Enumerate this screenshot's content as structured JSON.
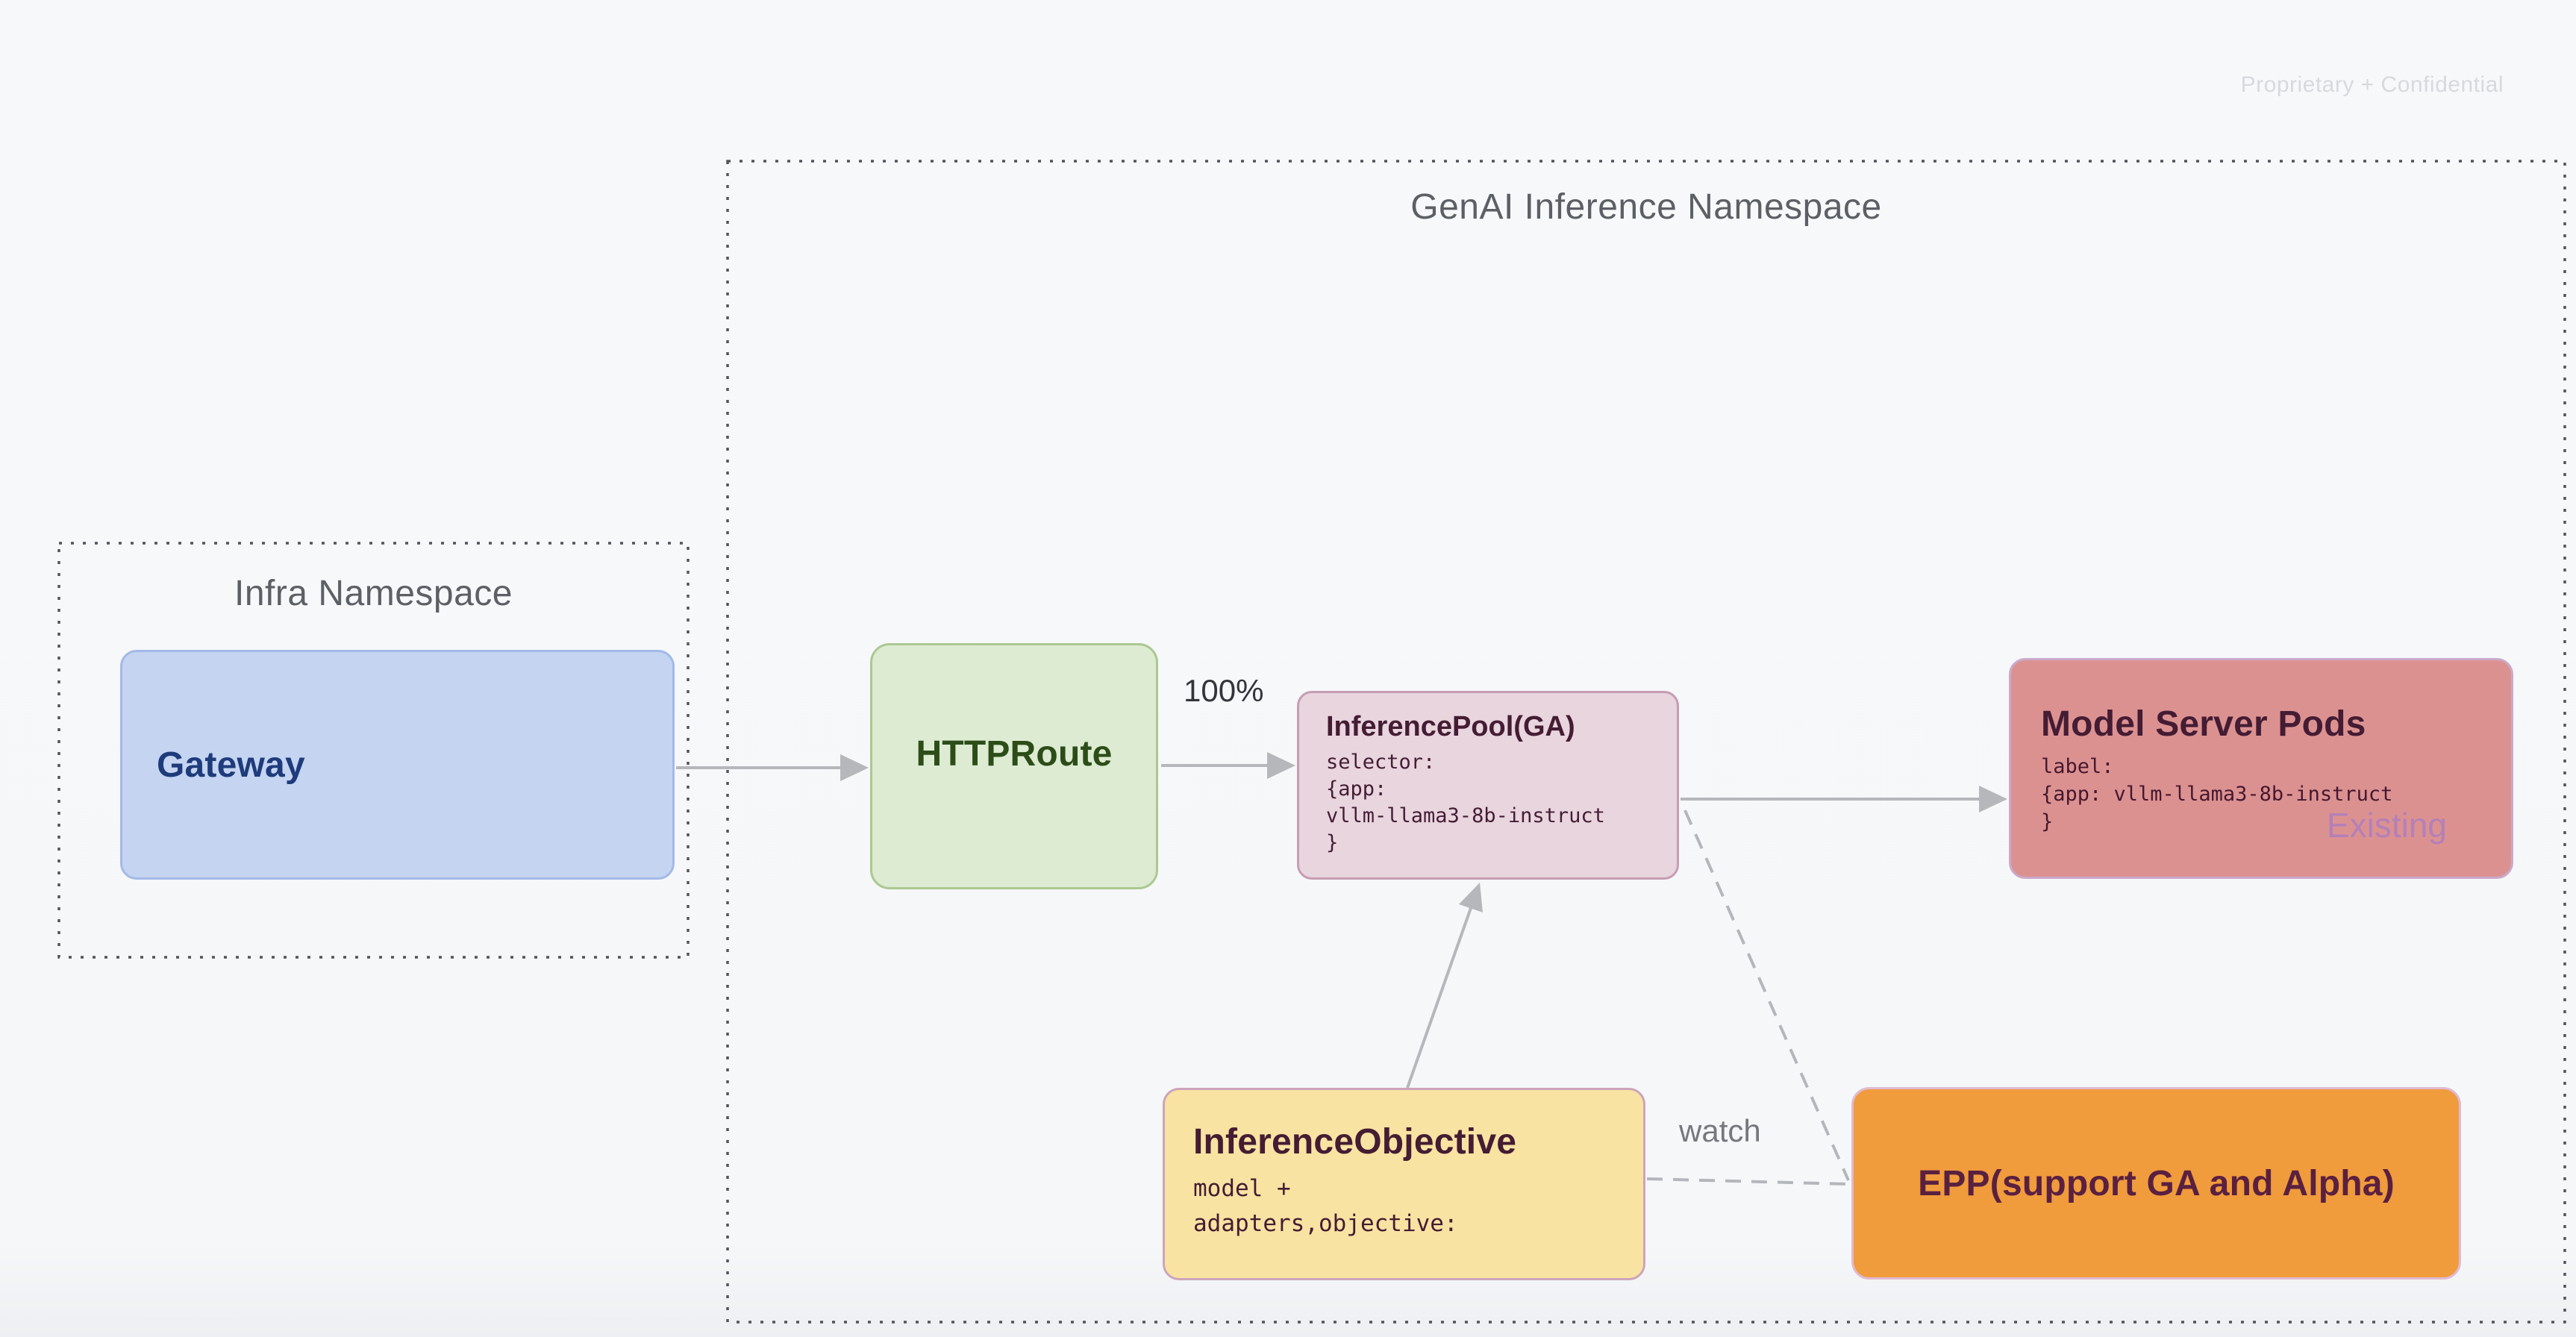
{
  "watermark": "Proprietary + Confidential",
  "namespaces": {
    "genai": {
      "title": "GenAI Inference Namespace"
    },
    "infra": {
      "title": "Infra Namespace"
    }
  },
  "nodes": {
    "gateway": {
      "label": "Gateway"
    },
    "httproute": {
      "label": "HTTPRoute"
    },
    "inference_pool": {
      "title": "InferencePool(GA)",
      "code": "selector:\n{app:\nvllm-llama3-8b-instruct\n}"
    },
    "model_server_pods": {
      "title": "Model Server Pods",
      "code": "label:\n{app: vllm-llama3-8b-instruct\n}",
      "status_tag": "Existing"
    },
    "inference_objective": {
      "title": "InferenceObjective",
      "code": "model +\nadapters,objective:"
    },
    "epp": {
      "label": "EPP(support GA and Alpha)"
    }
  },
  "edges": {
    "httproute_to_pool": {
      "label": "100%"
    },
    "objective_to_epp": {
      "label": "watch"
    }
  },
  "colors": {
    "background": "#f7f8fa",
    "gateway_fill": "#c5d4f1",
    "gateway_border": "#a3b9e8",
    "gateway_text": "#1e3c7c",
    "httproute_fill": "#dcebd1",
    "httproute_border": "#abc891",
    "httproute_text": "#2c4d18",
    "inference_pool_fill": "#e8d5de",
    "inference_pool_border": "#c69db3",
    "model_server_pods_fill": "#dc9191",
    "model_server_pods_border": "#c9aacb",
    "inference_objective_fill": "#f8e3a2",
    "inference_objective_border": "#cda4ba",
    "epp_fill": "#f09b3c",
    "epp_border": "#e0bad1",
    "dark_text": "#441c33",
    "existing_tag_text": "#a87cc2",
    "arrow_gray": "#b5b7bb",
    "namespace_border": "#515459",
    "namespace_title_text": "#5c6065",
    "watermark_text": "#d7d9dd"
  }
}
